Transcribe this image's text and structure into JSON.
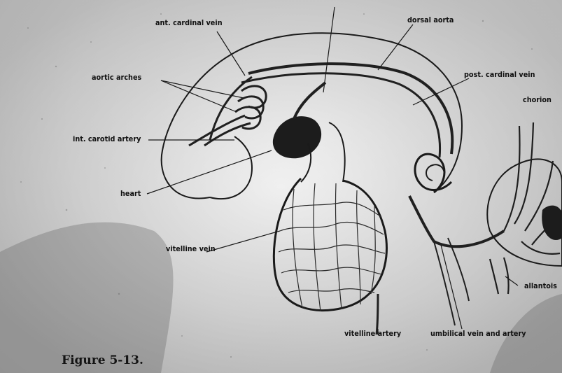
{
  "labels": {
    "ant_cardinal_vein": "ant. cardinal vein",
    "dorsal_aorta": "dorsal aorta",
    "aortic_arches": "aortic arches",
    "post_cardinal_vein": "post. cardinal vein",
    "chorion": "chorion",
    "int_carotid_artery": "int. carotid artery",
    "heart": "heart",
    "vitelline_vein": "vitelline vein",
    "vitelline_artery": "vitelline artery",
    "umbilical_vein_and_artery": "umbilical vein and artery",
    "allantois": "allantois"
  },
  "caption": "Figure 5-13.",
  "colors": {
    "ink": "#1a1a1a",
    "background": "#e9e9e9",
    "vessel": "#202020"
  }
}
